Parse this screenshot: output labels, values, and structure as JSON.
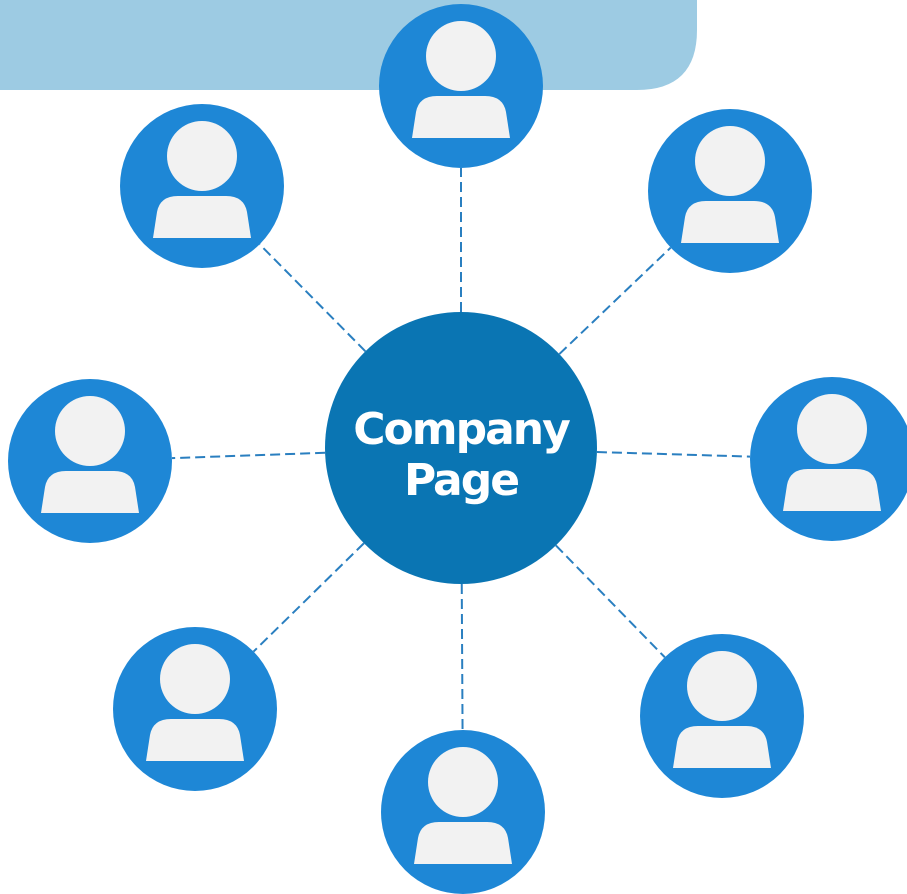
{
  "colors": {
    "banner": "#9dcbe3",
    "center_fill": "#0a75b3",
    "node_fill": "#1e87d6",
    "person_glyph": "#f2f2f2",
    "connector": "#2a7fc0",
    "background": "#ffffff"
  },
  "center": {
    "line1": "Company",
    "line2": "Page"
  },
  "nodes": [
    {
      "id": "top",
      "icon": "person-icon"
    },
    {
      "id": "top-right",
      "icon": "person-icon"
    },
    {
      "id": "right",
      "icon": "person-icon"
    },
    {
      "id": "bottom-right",
      "icon": "person-icon"
    },
    {
      "id": "bottom",
      "icon": "person-icon"
    },
    {
      "id": "bottom-left",
      "icon": "person-icon"
    },
    {
      "id": "left",
      "icon": "person-icon"
    },
    {
      "id": "top-left",
      "icon": "person-icon"
    }
  ]
}
